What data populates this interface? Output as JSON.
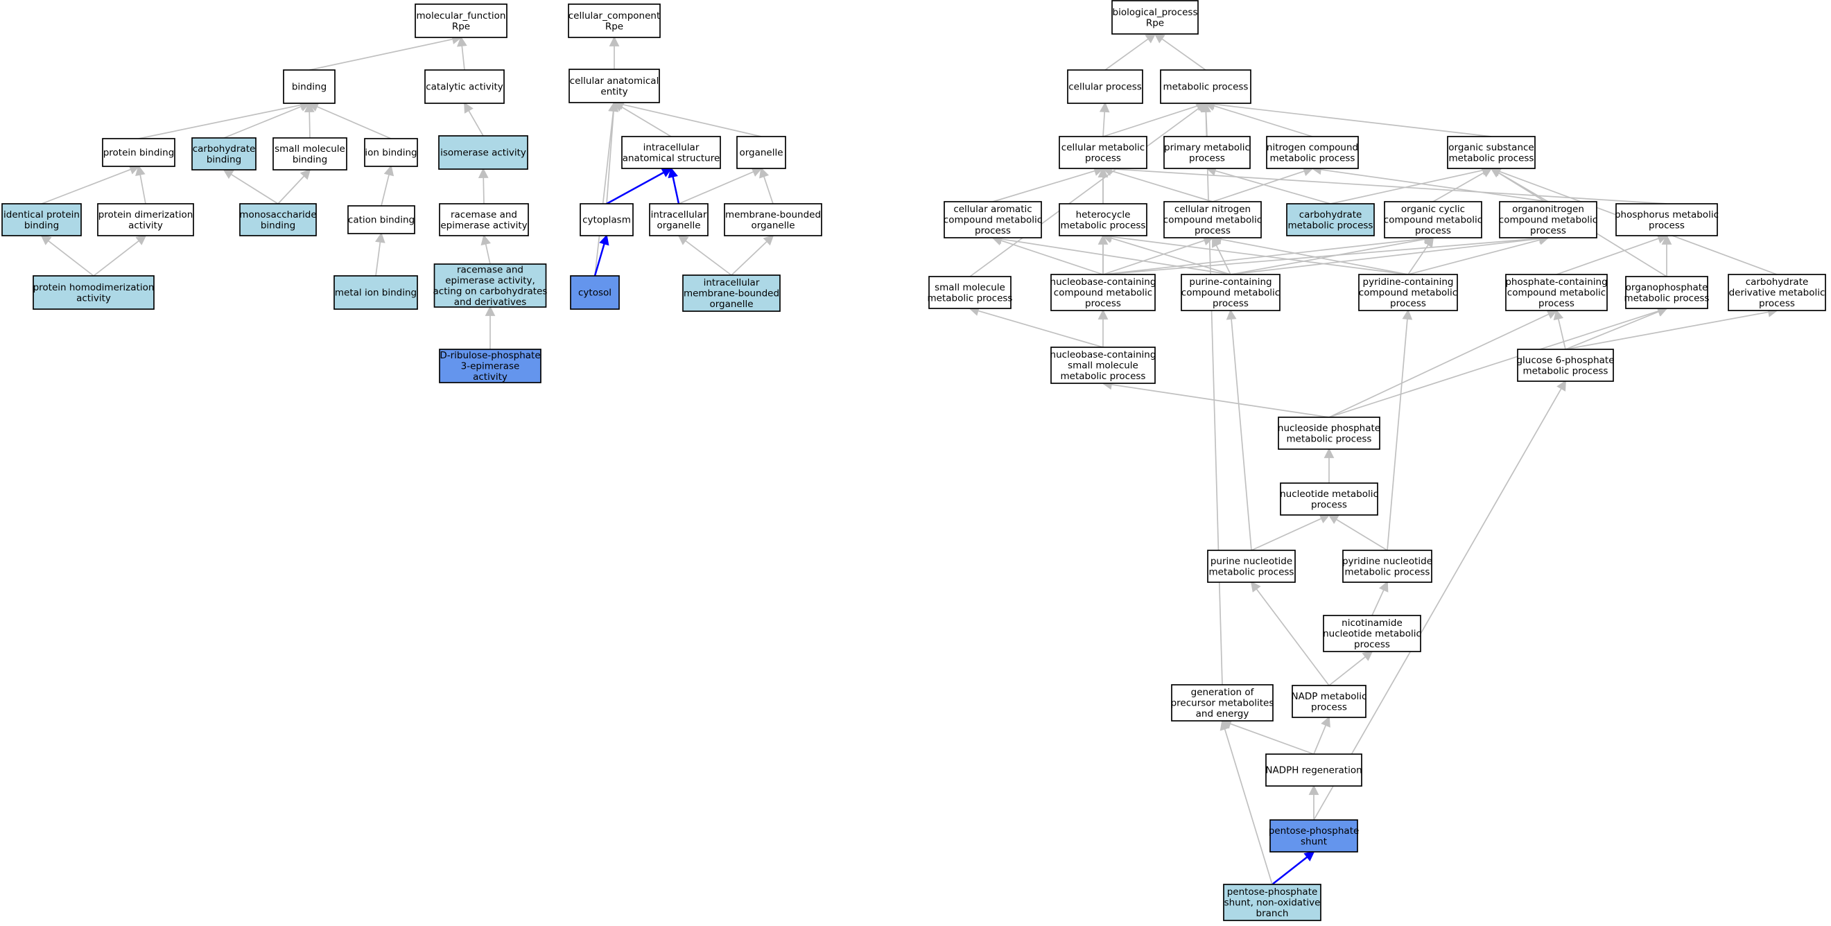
{
  "colors": {
    "default_fill": "#ffffff",
    "annotated_fill": "#add8e6",
    "query_fill": "#6495ed",
    "edge": "#c0c0c0",
    "highlight_edge": "#0000ff"
  },
  "nodes": [
    {
      "id": "mf",
      "lines": [
        "molecular_function",
        "Rpe"
      ],
      "style": "default"
    },
    {
      "id": "cc",
      "lines": [
        "cellular_component",
        "Rpe"
      ],
      "style": "default"
    },
    {
      "id": "bp",
      "lines": [
        "biological_process",
        "Rpe"
      ],
      "style": "default"
    },
    {
      "id": "binding",
      "lines": [
        "binding"
      ],
      "style": "default"
    },
    {
      "id": "catalytic",
      "lines": [
        "catalytic activity"
      ],
      "style": "default"
    },
    {
      "id": "protein_binding",
      "lines": [
        "protein binding"
      ],
      "style": "default"
    },
    {
      "id": "carb_binding",
      "lines": [
        "carbohydrate",
        "binding"
      ],
      "style": "annotated"
    },
    {
      "id": "small_mol_binding",
      "lines": [
        "small molecule",
        "binding"
      ],
      "style": "default"
    },
    {
      "id": "ion_binding",
      "lines": [
        "ion binding"
      ],
      "style": "default"
    },
    {
      "id": "isomerase",
      "lines": [
        "isomerase activity"
      ],
      "style": "annotated"
    },
    {
      "id": "identical_protein",
      "lines": [
        "identical protein",
        "binding"
      ],
      "style": "annotated"
    },
    {
      "id": "protein_dimerization",
      "lines": [
        "protein dimerization",
        "activity"
      ],
      "style": "default"
    },
    {
      "id": "monosaccharide",
      "lines": [
        "monosaccharide",
        "binding"
      ],
      "style": "annotated"
    },
    {
      "id": "cation_binding",
      "lines": [
        "cation binding"
      ],
      "style": "default"
    },
    {
      "id": "racemase",
      "lines": [
        "racemase and",
        "epimerase activity"
      ],
      "style": "default"
    },
    {
      "id": "protein_homodim",
      "lines": [
        "protein homodimerization",
        "activity"
      ],
      "style": "annotated"
    },
    {
      "id": "metal_ion",
      "lines": [
        "metal ion binding"
      ],
      "style": "annotated"
    },
    {
      "id": "racemase_carb",
      "lines": [
        "racemase and",
        "epimerase activity,",
        "acting on carbohydrates",
        "and derivatives"
      ],
      "style": "annotated"
    },
    {
      "id": "ribulose",
      "lines": [
        "D-ribulose-phosphate",
        "3-epimerase",
        "activity"
      ],
      "style": "query"
    },
    {
      "id": "cell_anat",
      "lines": [
        "cellular anatomical",
        "entity"
      ],
      "style": "default"
    },
    {
      "id": "intracell_anat",
      "lines": [
        "intracellular",
        "anatomical structure"
      ],
      "style": "default"
    },
    {
      "id": "organelle",
      "lines": [
        "organelle"
      ],
      "style": "default"
    },
    {
      "id": "cytoplasm",
      "lines": [
        "cytoplasm"
      ],
      "style": "default"
    },
    {
      "id": "intracell_org",
      "lines": [
        "intracellular",
        "organelle"
      ],
      "style": "default"
    },
    {
      "id": "mem_bounded",
      "lines": [
        "membrane-bounded",
        "organelle"
      ],
      "style": "default"
    },
    {
      "id": "cytosol",
      "lines": [
        "cytosol"
      ],
      "style": "query"
    },
    {
      "id": "intracell_mem",
      "lines": [
        "intracellular",
        "membrane-bounded",
        "organelle"
      ],
      "style": "annotated"
    },
    {
      "id": "cellular_process",
      "lines": [
        "cellular process"
      ],
      "style": "default"
    },
    {
      "id": "metabolic_process",
      "lines": [
        "metabolic process"
      ],
      "style": "default"
    },
    {
      "id": "cell_metabolic",
      "lines": [
        "cellular metabolic",
        "process"
      ],
      "style": "default"
    },
    {
      "id": "primary_metabolic",
      "lines": [
        "primary metabolic",
        "process"
      ],
      "style": "default"
    },
    {
      "id": "nitrogen_compound",
      "lines": [
        "nitrogen compound",
        "metabolic process"
      ],
      "style": "default"
    },
    {
      "id": "organic_substance",
      "lines": [
        "organic substance",
        "metabolic process"
      ],
      "style": "default"
    },
    {
      "id": "cell_aromatic",
      "lines": [
        "cellular aromatic",
        "compound metabolic",
        "process"
      ],
      "style": "default"
    },
    {
      "id": "heterocycle",
      "lines": [
        "heterocycle",
        "metabolic process"
      ],
      "style": "default"
    },
    {
      "id": "cell_nitrogen",
      "lines": [
        "cellular nitrogen",
        "compound metabolic",
        "process"
      ],
      "style": "default"
    },
    {
      "id": "carb_metabolic",
      "lines": [
        "carbohydrate",
        "metabolic process"
      ],
      "style": "annotated"
    },
    {
      "id": "organic_cyclic",
      "lines": [
        "organic cyclic",
        "compound metabolic",
        "process"
      ],
      "style": "default"
    },
    {
      "id": "organonitrogen",
      "lines": [
        "organonitrogen",
        "compound metabolic",
        "process"
      ],
      "style": "default"
    },
    {
      "id": "phosphorus",
      "lines": [
        "phosphorus metabolic",
        "process"
      ],
      "style": "default"
    },
    {
      "id": "small_mol_metabolic",
      "lines": [
        "small molecule",
        "metabolic process"
      ],
      "style": "default"
    },
    {
      "id": "nucleobase_compound",
      "lines": [
        "nucleobase-containing",
        "compound metabolic",
        "process"
      ],
      "style": "default"
    },
    {
      "id": "purine_compound",
      "lines": [
        "purine-containing",
        "compound metabolic",
        "process"
      ],
      "style": "default"
    },
    {
      "id": "pyridine_compound",
      "lines": [
        "pyridine-containing",
        "compound metabolic",
        "process"
      ],
      "style": "default"
    },
    {
      "id": "phosphate_compound",
      "lines": [
        "phosphate-containing",
        "compound metabolic",
        "process"
      ],
      "style": "default"
    },
    {
      "id": "organophosphate",
      "lines": [
        "organophosphate",
        "metabolic process"
      ],
      "style": "default"
    },
    {
      "id": "carb_derivative",
      "lines": [
        "carbohydrate",
        "derivative metabolic",
        "process"
      ],
      "style": "default"
    },
    {
      "id": "nucleobase_small",
      "lines": [
        "nucleobase-containing",
        "small molecule",
        "metabolic process"
      ],
      "style": "default"
    },
    {
      "id": "glucose6p",
      "lines": [
        "glucose 6-phosphate",
        "metabolic process"
      ],
      "style": "default"
    },
    {
      "id": "nucleoside_phosphate",
      "lines": [
        "nucleoside phosphate",
        "metabolic process"
      ],
      "style": "default"
    },
    {
      "id": "nucleotide_metabolic",
      "lines": [
        "nucleotide metabolic",
        "process"
      ],
      "style": "default"
    },
    {
      "id": "purine_nucleotide",
      "lines": [
        "purine nucleotide",
        "metabolic process"
      ],
      "style": "default"
    },
    {
      "id": "pyridine_nucleotide",
      "lines": [
        "pyridine nucleotide",
        "metabolic process"
      ],
      "style": "default"
    },
    {
      "id": "nicotinamide",
      "lines": [
        "nicotinamide",
        "nucleotide metabolic",
        "process"
      ],
      "style": "default"
    },
    {
      "id": "generation_precursor",
      "lines": [
        "generation of",
        "precursor metabolites",
        "and energy"
      ],
      "style": "default"
    },
    {
      "id": "nadp_metabolic",
      "lines": [
        "NADP metabolic",
        "process"
      ],
      "style": "default"
    },
    {
      "id": "nadph_regen",
      "lines": [
        "NADPH regeneration"
      ],
      "style": "default"
    },
    {
      "id": "pentose_shunt",
      "lines": [
        "pentose-phosphate",
        "shunt"
      ],
      "style": "query"
    },
    {
      "id": "pentose_nonox",
      "lines": [
        "pentose-phosphate",
        "shunt, non-oxidative",
        "branch"
      ],
      "style": "annotated"
    }
  ],
  "edges": [
    [
      "binding",
      "mf"
    ],
    [
      "catalytic",
      "mf"
    ],
    [
      "protein_binding",
      "binding"
    ],
    [
      "carb_binding",
      "binding"
    ],
    [
      "small_mol_binding",
      "binding"
    ],
    [
      "ion_binding",
      "binding"
    ],
    [
      "isomerase",
      "catalytic"
    ],
    [
      "identical_protein",
      "protein_binding"
    ],
    [
      "protein_dimerization",
      "protein_binding"
    ],
    [
      "monosaccharide",
      "carb_binding"
    ],
    [
      "monosaccharide",
      "small_mol_binding"
    ],
    [
      "cation_binding",
      "ion_binding"
    ],
    [
      "racemase",
      "isomerase"
    ],
    [
      "protein_homodim",
      "identical_protein"
    ],
    [
      "protein_homodim",
      "protein_dimerization"
    ],
    [
      "metal_ion",
      "cation_binding"
    ],
    [
      "racemase_carb",
      "racemase"
    ],
    [
      "ribulose",
      "racemase_carb"
    ],
    [
      "cell_anat",
      "cc"
    ],
    [
      "intracell_anat",
      "cell_anat"
    ],
    [
      "organelle",
      "cell_anat"
    ],
    [
      "cytoplasm",
      "cell_anat"
    ],
    [
      "cytosol",
      "cell_anat"
    ],
    [
      "cytoplasm",
      "intracell_anat",
      "hl"
    ],
    [
      "intracell_org",
      "intracell_anat",
      "hl"
    ],
    [
      "intracell_org",
      "organelle"
    ],
    [
      "mem_bounded",
      "organelle"
    ],
    [
      "cytosol",
      "cytoplasm",
      "hl"
    ],
    [
      "intracell_mem",
      "intracell_org"
    ],
    [
      "intracell_mem",
      "mem_bounded"
    ],
    [
      "cellular_process",
      "bp"
    ],
    [
      "metabolic_process",
      "bp"
    ],
    [
      "cell_metabolic",
      "cellular_process"
    ],
    [
      "cell_metabolic",
      "metabolic_process"
    ],
    [
      "primary_metabolic",
      "metabolic_process"
    ],
    [
      "nitrogen_compound",
      "metabolic_process"
    ],
    [
      "organic_substance",
      "metabolic_process"
    ],
    [
      "cell_aromatic",
      "cell_metabolic"
    ],
    [
      "heterocycle",
      "cell_metabolic"
    ],
    [
      "cell_nitrogen",
      "cell_metabolic"
    ],
    [
      "cell_nitrogen",
      "nitrogen_compound"
    ],
    [
      "carb_metabolic",
      "primary_metabolic"
    ],
    [
      "carb_metabolic",
      "organic_substance"
    ],
    [
      "organic_cyclic",
      "organic_substance"
    ],
    [
      "organonitrogen",
      "organic_substance"
    ],
    [
      "organonitrogen",
      "nitrogen_compound"
    ],
    [
      "phosphorus",
      "cell_metabolic"
    ],
    [
      "small_mol_metabolic",
      "metabolic_process"
    ],
    [
      "nucleobase_compound",
      "cell_aromatic"
    ],
    [
      "nucleobase_compound",
      "heterocycle"
    ],
    [
      "nucleobase_compound",
      "cell_nitrogen"
    ],
    [
      "nucleobase_compound",
      "organic_cyclic"
    ],
    [
      "nucleobase_compound",
      "organonitrogen"
    ],
    [
      "nucleobase_compound",
      "cell_metabolic"
    ],
    [
      "purine_compound",
      "heterocycle"
    ],
    [
      "purine_compound",
      "cell_nitrogen"
    ],
    [
      "purine_compound",
      "organic_cyclic"
    ],
    [
      "purine_compound",
      "organonitrogen"
    ],
    [
      "purine_compound",
      "cell_aromatic"
    ],
    [
      "pyridine_compound",
      "heterocycle"
    ],
    [
      "pyridine_compound",
      "cell_nitrogen"
    ],
    [
      "pyridine_compound",
      "organic_cyclic"
    ],
    [
      "pyridine_compound",
      "organonitrogen"
    ],
    [
      "phosphate_compound",
      "phosphorus"
    ],
    [
      "organophosphate",
      "phosphorus"
    ],
    [
      "organophosphate",
      "organic_substance"
    ],
    [
      "carb_derivative",
      "organic_substance"
    ],
    [
      "nucleobase_small",
      "small_mol_metabolic"
    ],
    [
      "nucleobase_small",
      "nucleobase_compound"
    ],
    [
      "glucose6p",
      "phosphate_compound"
    ],
    [
      "glucose6p",
      "organophosphate"
    ],
    [
      "glucose6p",
      "carb_derivative"
    ],
    [
      "nucleoside_phosphate",
      "nucleobase_small"
    ],
    [
      "nucleoside_phosphate",
      "phosphate_compound"
    ],
    [
      "nucleoside_phosphate",
      "organophosphate"
    ],
    [
      "nucleotide_metabolic",
      "nucleoside_phosphate"
    ],
    [
      "purine_nucleotide",
      "nucleotide_metabolic"
    ],
    [
      "purine_nucleotide",
      "purine_compound"
    ],
    [
      "pyridine_nucleotide",
      "nucleotide_metabolic"
    ],
    [
      "pyridine_nucleotide",
      "pyridine_compound"
    ],
    [
      "nicotinamide",
      "pyridine_nucleotide"
    ],
    [
      "generation_precursor",
      "metabolic_process"
    ],
    [
      "nadp_metabolic",
      "nicotinamide"
    ],
    [
      "nadp_metabolic",
      "purine_nucleotide"
    ],
    [
      "nadph_regen",
      "nadp_metabolic"
    ],
    [
      "nadph_regen",
      "generation_precursor"
    ],
    [
      "pentose_shunt",
      "nadph_regen"
    ],
    [
      "pentose_shunt",
      "glucose6p"
    ],
    [
      "pentose_nonox",
      "pentose_shunt",
      "hl"
    ],
    [
      "pentose_nonox",
      "generation_precursor"
    ]
  ]
}
